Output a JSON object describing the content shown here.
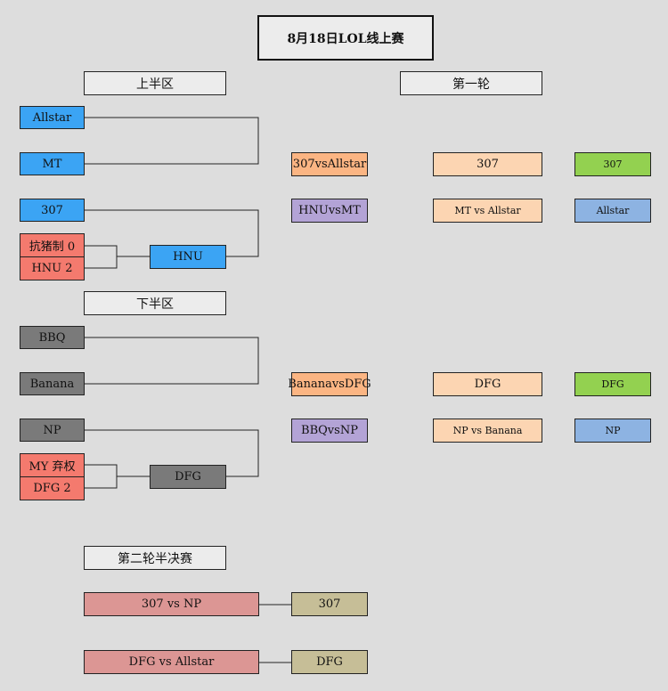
{
  "title": "8月18日LOL线上赛",
  "upper": {
    "header": "上半区",
    "teams": [
      "Allstar",
      "MT",
      "307"
    ],
    "playin": {
      "top": "抗猪制 0",
      "bottom": "HNU 2",
      "winner": "HNU"
    }
  },
  "lower": {
    "header": "下半区",
    "teams": [
      "BBQ",
      "Banana",
      "NP"
    ],
    "playin": {
      "top": "MY 弃权",
      "bottom": "DFG 2",
      "winner": "DFG"
    }
  },
  "round1": {
    "header": "第一轮",
    "matches": [
      "307vsAllstar",
      "HNUvsMT",
      "BananavsDFG",
      "BBQvsNP"
    ],
    "results": [
      "307",
      "MT vs Allstar",
      "DFG",
      "NP vs Banana"
    ],
    "advancers": [
      "307",
      "Allstar",
      "DFG",
      "NP"
    ]
  },
  "round2": {
    "header": "第二轮半决赛",
    "matches": [
      "307 vs NP",
      "DFG vs Allstar"
    ],
    "winners": [
      "307",
      "DFG"
    ]
  },
  "colors": {
    "team_upper": "#3ba4f4",
    "team_lower": "#7a7a7a",
    "playin": "#f47a6e",
    "match_orange": "#fbb583",
    "match_purple": "#b3a3d6",
    "result": "#fcd5b2",
    "advance_green": "#93d150",
    "advance_blue": "#8db3e2",
    "semi": "#dc9694",
    "semi_winner": "#c6be97"
  }
}
